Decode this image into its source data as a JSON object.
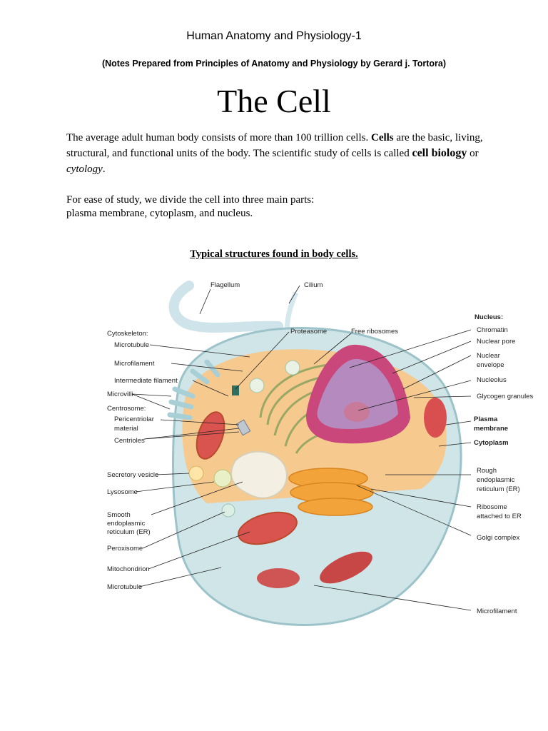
{
  "header": "Human Anatomy and Physiology-1",
  "subheader": "(Notes Prepared from Principles of Anatomy and Physiology by Gerard j. Tortora)",
  "title": "The Cell",
  "paragraph1": {
    "t1": "The average adult human body consists of more than 100 trillion cells. ",
    "cells": "Cells",
    "t2": " are the basic, living, structural, and functional units of the body. The scientific study of cells is called ",
    "cell_biology": "cell biology",
    "t3": " or ",
    "cytology": "cytology",
    "t4": "."
  },
  "paragraph2": {
    "line1": "For ease of study, we divide the cell into three main parts:",
    "line2": "plasma membrane, cytoplasm, and nucleus."
  },
  "figure_caption": "Typical structures found in body cells.",
  "labels": {
    "flagellum": "Flagellum",
    "cilium": "Cilium",
    "nucleus": "Nucleus:",
    "cytoskeleton": "Cytoskeleton:",
    "microtubule_top": "Microtubule",
    "proteasome": "Proteasome",
    "free_ribosomes": "Free ribosomes",
    "chromatin": "Chromatin",
    "nuclear_pore": "Nuclear pore",
    "nuclear_envelope_1": "Nuclear",
    "nuclear_envelope_2": "envelope",
    "microfilament_top": "Microfilament",
    "nucleolus": "Nucleolus",
    "intermediate_filament": "Intermediate filament",
    "microvilli": "Microvilli",
    "glycogen_granules": "Glycogen granules",
    "centrosome": "Centrosome:",
    "pericentriolar_1": "Pericentriolar",
    "pericentriolar_2": "material",
    "plasma_membrane_1": "Plasma",
    "plasma_membrane_2": "membrane",
    "centrioles": "Centrioles",
    "cytoplasm": "Cytoplasm",
    "secretory_vesicle": "Secretory vesicle",
    "rough_er_1": "Rough",
    "rough_er_2": "endoplasmic",
    "rough_er_3": "reticulum (ER)",
    "lysosome": "Lysosome",
    "smooth_er_1": "Smooth",
    "smooth_er_2": "endoplasmic",
    "smooth_er_3": "reticulum (ER)",
    "ribosome_er_1": "Ribosome",
    "ribosome_er_2": "attached to ER",
    "golgi": "Golgi complex",
    "peroxisome": "Peroxisome",
    "mitochondrion": "Mitochondrion",
    "microtubule_bottom": "Microtubule",
    "microfilament_bottom": "Microfilament"
  }
}
